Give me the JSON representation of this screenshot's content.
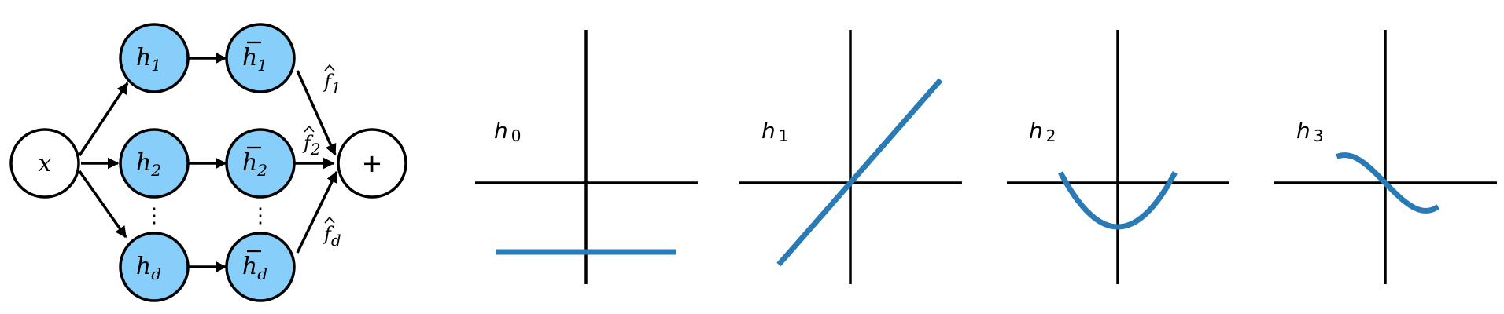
{
  "colors": {
    "node_fill": "#87cefa",
    "curve": "#2a7ab5",
    "stroke": "#000000"
  },
  "network": {
    "input": {
      "base": "x",
      "sub": ""
    },
    "output": {
      "label": "+"
    },
    "rows": [
      {
        "h": {
          "base": "h",
          "sub": "1"
        },
        "hbar": {
          "base": "h",
          "sub": "1"
        },
        "edge": {
          "base": "f",
          "sub": "1"
        }
      },
      {
        "h": {
          "base": "h",
          "sub": "2"
        },
        "hbar": {
          "base": "h",
          "sub": "2"
        },
        "edge": {
          "base": "f",
          "sub": "2"
        }
      },
      {
        "h": {
          "base": "h",
          "sub": "d"
        },
        "hbar": {
          "base": "h",
          "sub": "d"
        },
        "edge": {
          "base": "f",
          "sub": "d"
        }
      }
    ],
    "ellipsis": "⋮"
  },
  "plots": [
    {
      "label": {
        "base": "h",
        "sub": "0"
      },
      "function": "constant"
    },
    {
      "label": {
        "base": "h",
        "sub": "1"
      },
      "function": "linear"
    },
    {
      "label": {
        "base": "h",
        "sub": "2"
      },
      "function": "quadratic"
    },
    {
      "label": {
        "base": "h",
        "sub": "3"
      },
      "function": "cubic"
    }
  ]
}
